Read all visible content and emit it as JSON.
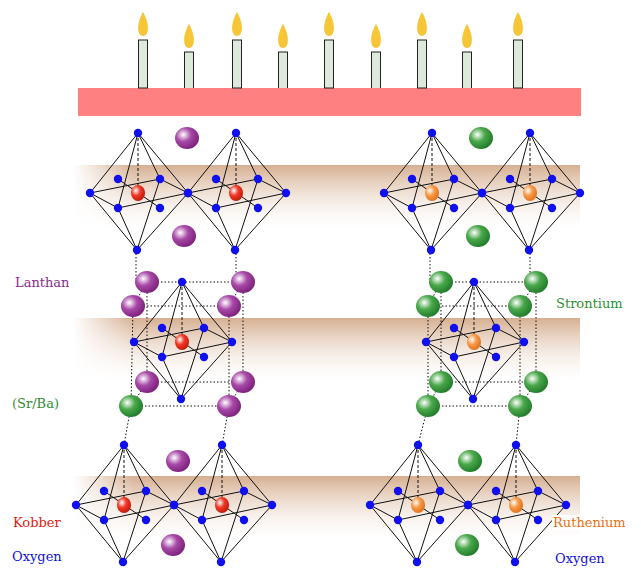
{
  "diagram": {
    "labels": [
      "Lanthan",
      "Strontium",
      "(Sr/Ba)",
      "Kobber",
      "Ruthenium",
      "Oxygen",
      "Oxygen"
    ]
  }
}
